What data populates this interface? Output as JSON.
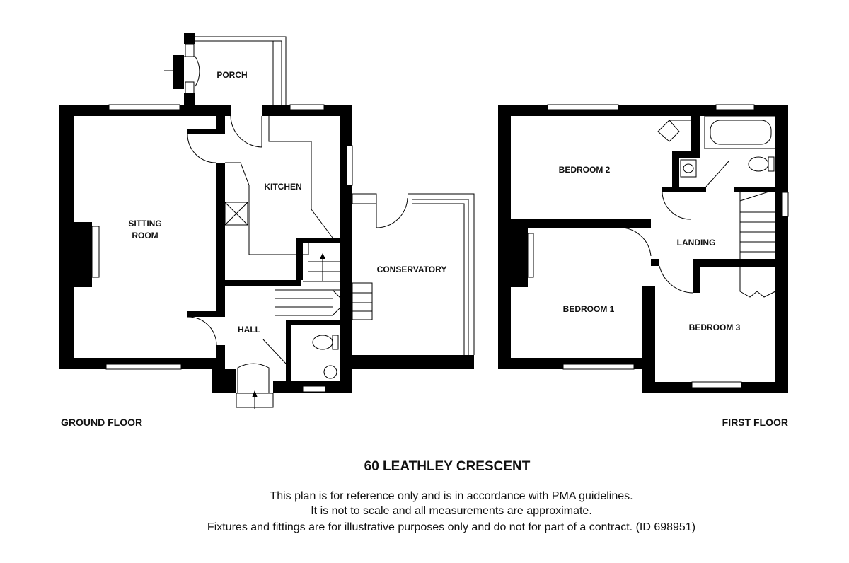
{
  "property": {
    "title": "60 LEATHLEY CRESCENT"
  },
  "floors": {
    "ground": {
      "label": "GROUND FLOOR",
      "rooms": {
        "porch": "PORCH",
        "kitchen": "KITCHEN",
        "sitting_line1": "SITTING",
        "sitting_line2": "ROOM",
        "conservatory": "CONSERVATORY",
        "hall": "HALL"
      }
    },
    "first": {
      "label": "FIRST FLOOR",
      "rooms": {
        "bedroom2": "BEDROOM 2",
        "landing": "LANDING",
        "bedroom1": "BEDROOM 1",
        "bedroom3": "BEDROOM 3"
      }
    }
  },
  "disclaimer": {
    "line1": "This plan is for reference only and is in accordance with PMA guidelines.",
    "line2": "It is not to scale and all measurements are approximate.",
    "line3": "Fixtures and fittings are for illustrative purposes only and do not for part of a contract. (ID 698951)"
  }
}
